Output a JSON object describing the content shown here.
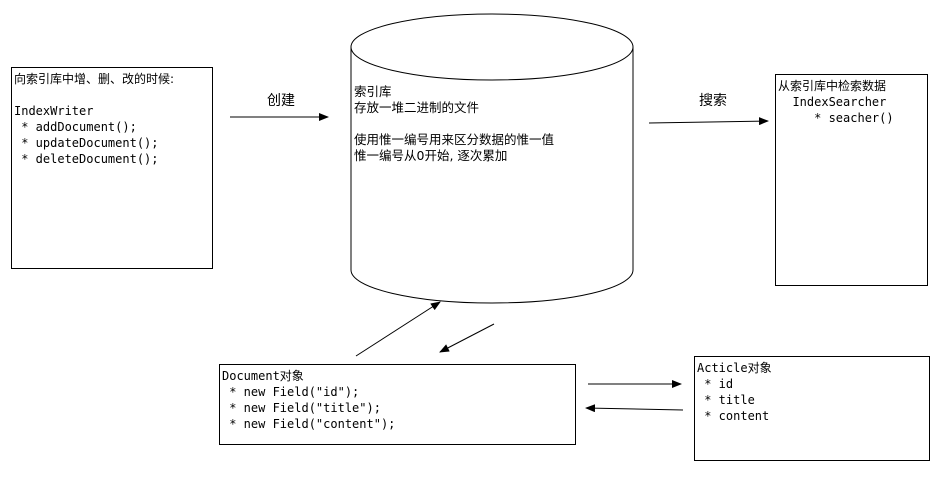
{
  "writer_box": {
    "title": "向索引库中增、删、改的时候:",
    "class_name": "IndexWriter",
    "methods": [
      " * addDocument();",
      " * updateDocument();",
      " * deleteDocument();"
    ]
  },
  "create_label": "创建",
  "index_store": {
    "lines": [
      "索引库",
      "存放一堆二进制的文件",
      "",
      "使用惟一编号用来区分数据的惟一值",
      "惟一编号从0开始, 逐次累加"
    ]
  },
  "search_label": "搜索",
  "searcher_box": {
    "title": "从索引库中检索数据",
    "class_name": "  IndexSearcher",
    "methods": [
      "     * seacher()"
    ]
  },
  "document_box": {
    "title": "Document对象",
    "fields": [
      " * new Field(\"id\");",
      " * new Field(\"title\");",
      " * new Field(\"content\");"
    ]
  },
  "article_box": {
    "title": "Acticle对象",
    "fields": [
      " * id",
      " * title",
      " * content"
    ]
  }
}
